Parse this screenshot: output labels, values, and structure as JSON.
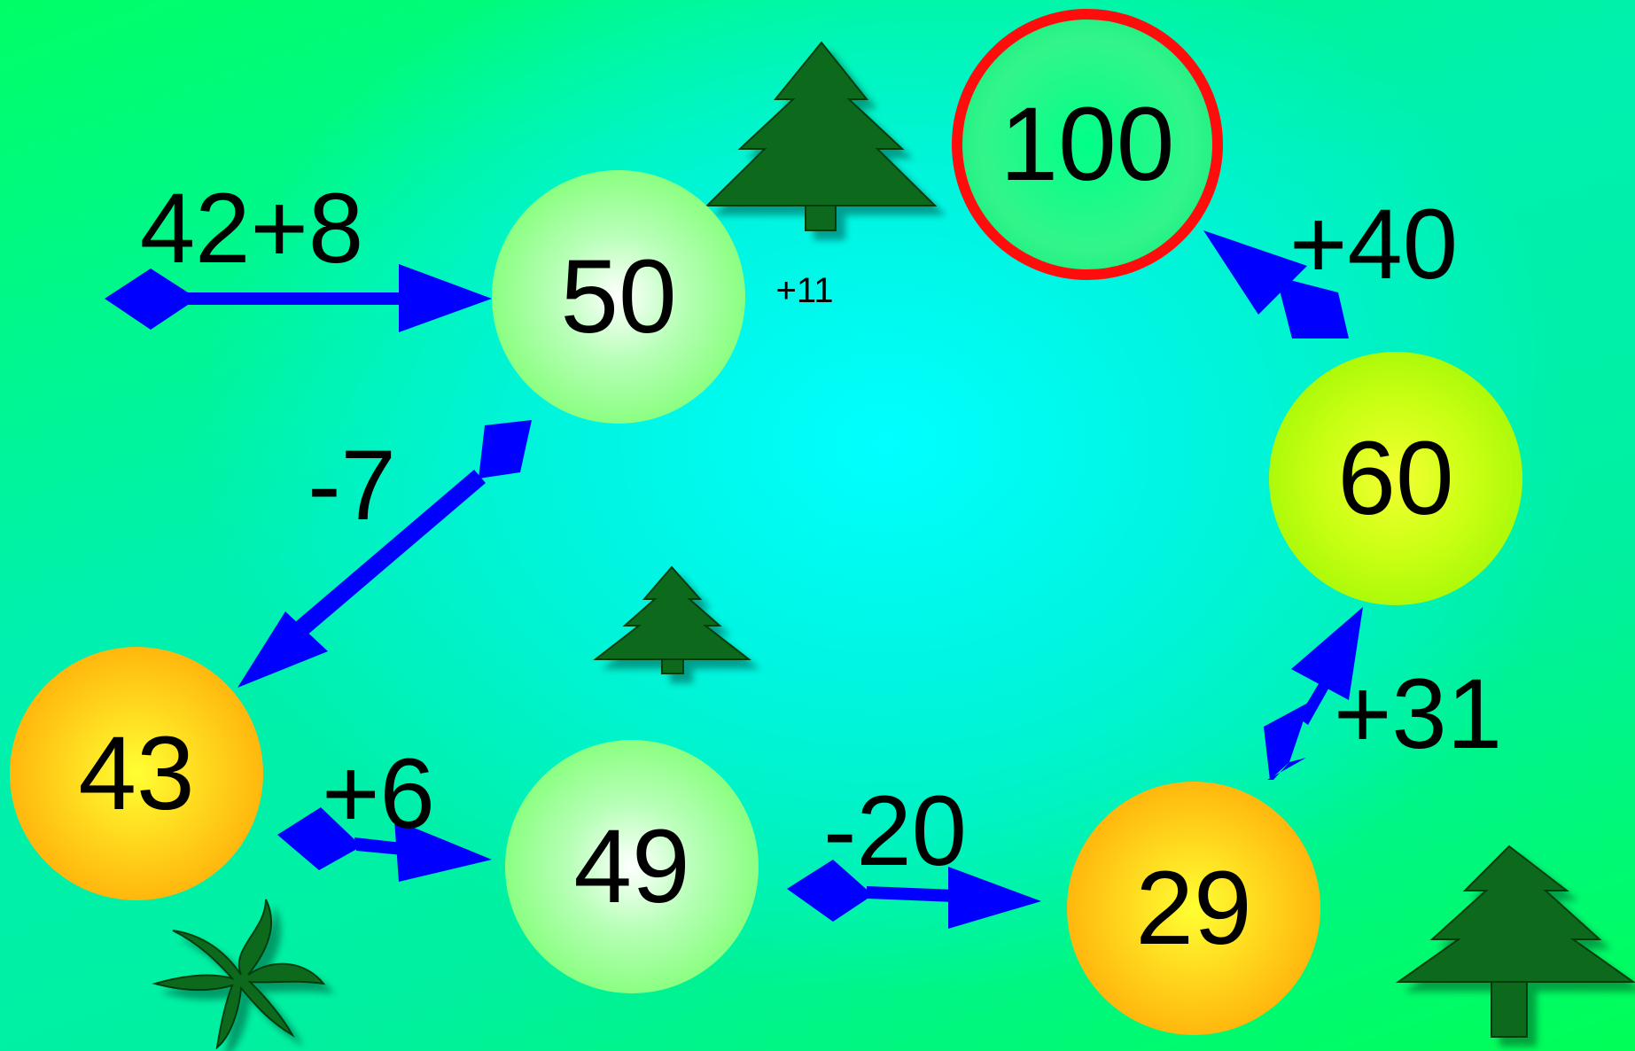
{
  "nodes": {
    "n50": "50",
    "n100": "100",
    "n60": "60",
    "n43": "43",
    "n49": "49",
    "n29": "29"
  },
  "operations": {
    "op_start": "42+8",
    "op_minus7": "-7",
    "op_plus6": "+6",
    "op_minus20": "-20",
    "op_plus31": "+31",
    "op_plus40": "+40",
    "op_plus11": "+11"
  },
  "colors": {
    "arrow": "#0000ff",
    "target_ring": "#ff0d0d",
    "tree": "#0b6b1e",
    "node_green": "#66ff55",
    "node_orange": "#ff9a00",
    "node_lime": "#9ef500"
  },
  "icons": [
    "pine-tree-icon",
    "pine-tree-icon",
    "pine-tree-icon",
    "palm-plant-icon"
  ]
}
